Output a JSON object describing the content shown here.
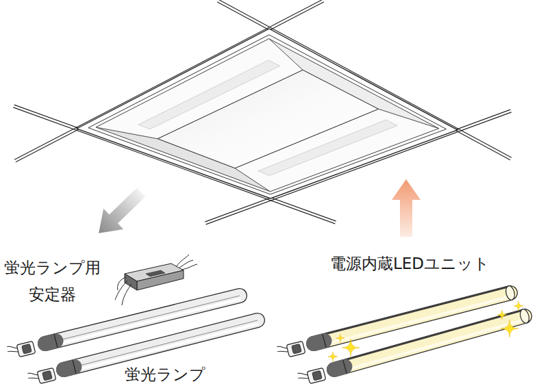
{
  "diagram": {
    "labels": [
      "蛍光ランプ用 安定器",
      "電源内蔵LEDユニット",
      "蛍光ランプ"
    ]
  }
}
